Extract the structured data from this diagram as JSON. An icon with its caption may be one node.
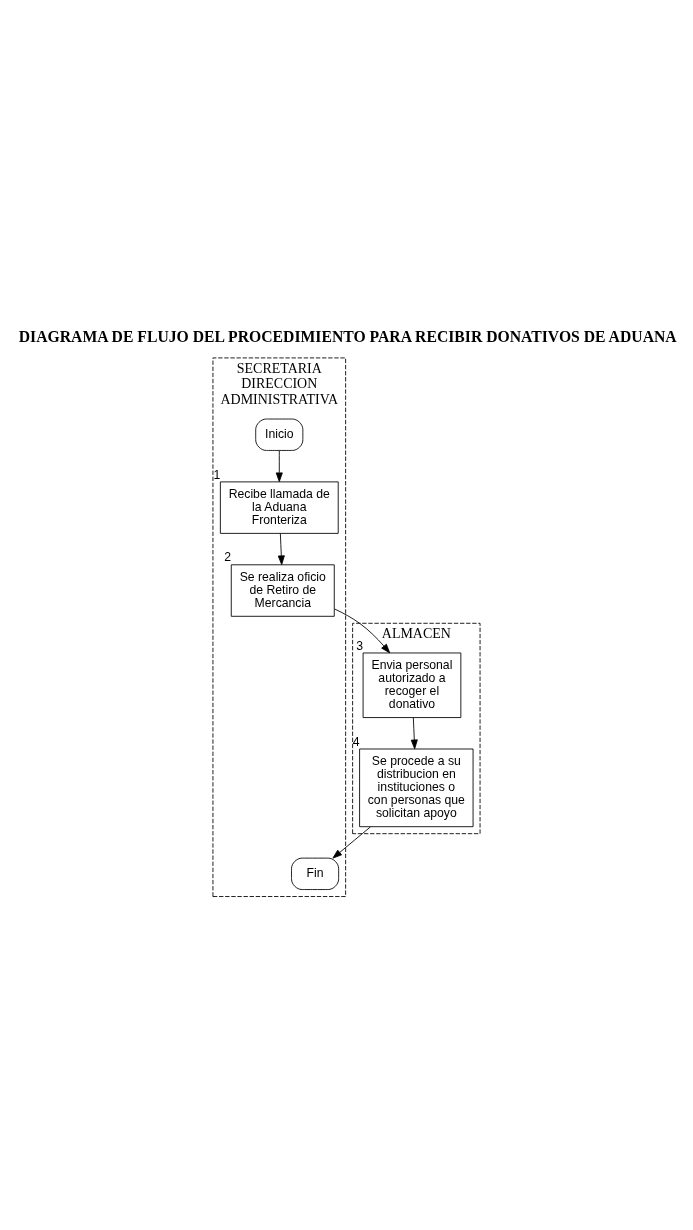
{
  "diagram": {
    "title": "DIAGRAMA DE FLUJO DEL PROCEDIMIENTO PARA RECIBIR DONATIVOS DE ADUANA",
    "nodes": [
      {
        "text": [
          "SECRETARIA DIRECCION ADMINISTRATIVA"
        ]
      },
      {
        "text": [
          "ALMACEN"
        ]
      },
      {
        "text": [
          "Inicio"
        ],
        "in": 0
      },
      {
        "text": [
          "Recibe llamada de la Aduana Fronteriza"
        ],
        "beside": [
          "1"
        ],
        "in": 0
      },
      {
        "text": [
          "Se realiza oficio de Retiro de Mercancia"
        ],
        "beside": [
          "2"
        ],
        "in": 0
      },
      {
        "text": [
          "Envia personal autorizado a recoger el donativo"
        ],
        "beside": [
          "3"
        ],
        "in": 1
      },
      {
        "text": [
          "Se procede a su distribucion en instituciones o con personas que solicitan apoyo"
        ],
        "beside": [
          "4"
        ],
        "in": 1
      },
      {
        "text": [
          "Fin"
        ],
        "in": 0
      }
    ],
    "edges": [
      {
        "from": 2,
        "to": 3,
        "arrow": "to"
      },
      {
        "from": 3,
        "to": 4,
        "arrow": "to"
      },
      {
        "from": 4,
        "to": 5,
        "arrow": "to"
      },
      {
        "from": 5,
        "to": 6,
        "arrow": "to"
      },
      {
        "from": 6,
        "to": 7,
        "arrow": "to"
      }
    ]
  }
}
